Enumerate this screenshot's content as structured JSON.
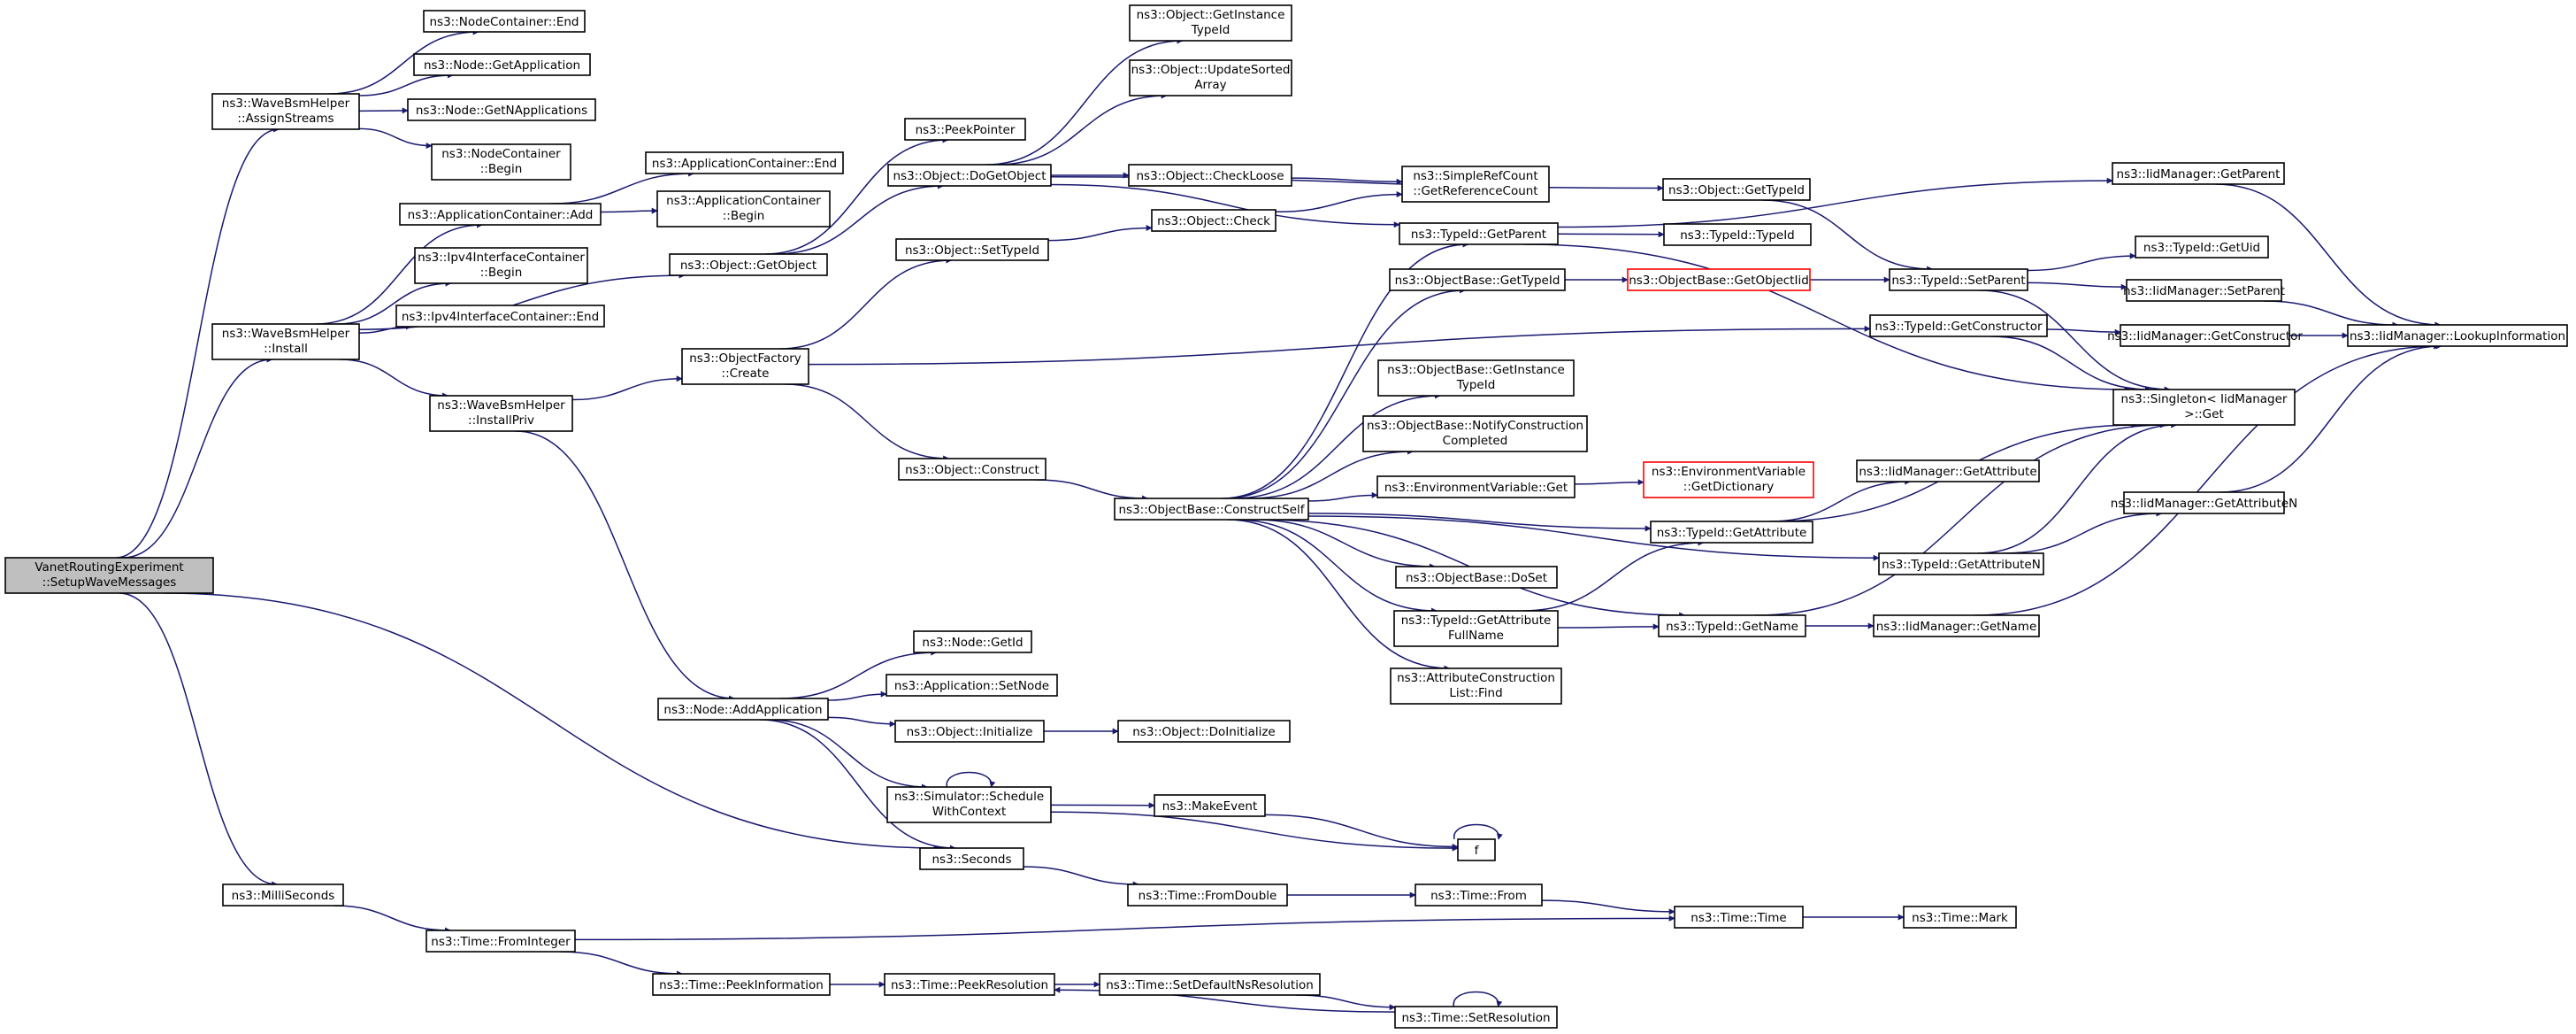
{
  "graph": {
    "colors": {
      "edge": "#191970",
      "root_fill": "#bfbfbf",
      "node_border": "#000000",
      "incomplete_border": "#ff0000"
    },
    "nodes": {
      "root": "VanetRoutingExperiment\n::SetupWaveMessages",
      "assignStreams": "ns3::WaveBsmHelper\n::AssignStreams",
      "install": "ns3::WaveBsmHelper\n::Install",
      "milli": "ns3::MilliSeconds",
      "ncEnd": "ns3::NodeContainer::End",
      "nodeGetApp": "ns3::Node::GetApplication",
      "nodeGetNApps": "ns3::Node::GetNApplications",
      "ncBegin": "ns3::NodeContainer\n::Begin",
      "appcAdd": "ns3::ApplicationContainer::Add",
      "appcEnd": "ns3::ApplicationContainer::End",
      "appcBegin": "ns3::ApplicationContainer\n::Begin",
      "ipv4Begin": "ns3::Ipv4InterfaceContainer\n::Begin",
      "ipv4End": "ns3::Ipv4InterfaceContainer::End",
      "installPriv": "ns3::WaveBsmHelper\n::InstallPriv",
      "getObject": "ns3::Object::GetObject",
      "peekPointer": "ns3::PeekPointer",
      "doGetObject": "ns3::Object::DoGetObject",
      "objFactoryCreate": "ns3::ObjectFactory\n::Create",
      "setTypeId": "ns3::Object::SetTypeId",
      "objConstruct": "ns3::Object::Construct",
      "getInstanceTypeId": "ns3::Object::GetInstance\nTypeId",
      "updateSortedArray": "ns3::Object::UpdateSorted\nArray",
      "checkLoose": "ns3::Object::CheckLoose",
      "objCheck": "ns3::Object::Check",
      "simpleRefCount": "ns3::SimpleRefCount\n::GetReferenceCount",
      "objGetTypeId": "ns3::Object::GetTypeId",
      "typeIdGetParent": "ns3::TypeId::GetParent",
      "typeIdTypeId": "ns3::TypeId::TypeId",
      "objBaseGetTypeId": "ns3::ObjectBase::GetTypeId",
      "objBaseGetObjectIid": "ns3::ObjectBase::GetObjectIid",
      "objBaseGetInstanceTypeId": "ns3::ObjectBase::GetInstance\nTypeId",
      "objBaseNotify": "ns3::ObjectBase::NotifyConstruction\nCompleted",
      "envVarGet": "ns3::EnvironmentVariable::Get",
      "envVarGetDict": "ns3::EnvironmentVariable\n::GetDictionary",
      "constructSelf": "ns3::ObjectBase::ConstructSelf",
      "objBaseDoSet": "ns3::ObjectBase::DoSet",
      "typeIdGetAttrFullName": "ns3::TypeId::GetAttribute\nFullName",
      "attrConstructionFind": "ns3::AttributeConstruction\nList::Find",
      "typeIdSetParent": "ns3::TypeId::SetParent",
      "typeIdGetConstructor": "ns3::TypeId::GetConstructor",
      "typeIdGetAttribute": "ns3::TypeId::GetAttribute",
      "typeIdGetAttributeN": "ns3::TypeId::GetAttributeN",
      "typeIdGetName": "ns3::TypeId::GetName",
      "iidGetParent": "ns3::IidManager::GetParent",
      "typeIdGetUid": "ns3::TypeId::GetUid",
      "iidSetParent": "ns3::IidManager::SetParent",
      "iidGetConstructor": "ns3::IidManager::GetConstructor",
      "singletonGet": "ns3::Singleton< IidManager\n>::Get",
      "iidGetAttribute": "ns3::IidManager::GetAttribute",
      "iidGetAttributeN": "ns3::IidManager::GetAttributeN",
      "iidGetName": "ns3::IidManager::GetName",
      "iidLookup": "ns3::IidManager::LookupInformation",
      "nodeGetId": "ns3::Node::GetId",
      "appSetNode": "ns3::Application::SetNode",
      "nodeAddApp": "ns3::Node::AddApplication",
      "objInitialize": "ns3::Object::Initialize",
      "objDoInitialize": "ns3::Object::DoInitialize",
      "simSchedule": "ns3::Simulator::Schedule\nWithContext",
      "makeEvent": "ns3::MakeEvent",
      "f": "f",
      "seconds": "ns3::Seconds",
      "timeFromDouble": "ns3::Time::FromDouble",
      "timeFrom": "ns3::Time::From",
      "timeTime": "ns3::Time::Time",
      "timeMark": "ns3::Time::Mark",
      "timeFromInteger": "ns3::Time::FromInteger",
      "peekInformation": "ns3::Time::PeekInformation",
      "peekResolution": "ns3::Time::PeekResolution",
      "setDefaultNsRes": "ns3::Time::SetDefaultNsResolution",
      "setResolution": "ns3::Time::SetResolution"
    }
  }
}
